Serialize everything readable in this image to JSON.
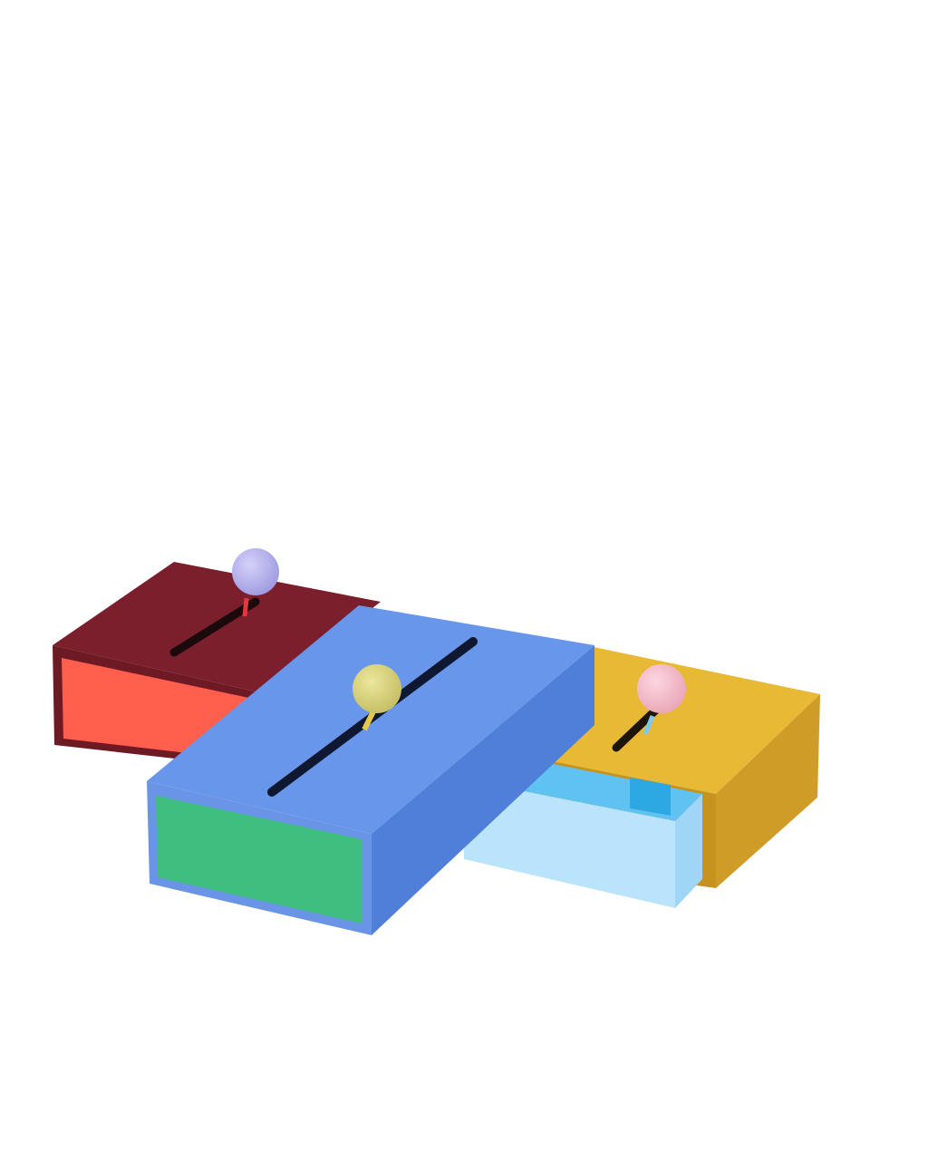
{
  "scene": {
    "background": "#ffffff",
    "objects": [
      {
        "name": "red-box",
        "top_color": "#7a1f2b",
        "drawer_color": "#ff5f4c",
        "knob_color": "#b7b4ee"
      },
      {
        "name": "blue-box",
        "top_color": "#6796ea",
        "side_color": "#4f7fd8",
        "drawer_color": "#3fbf7f",
        "knob_color": "#d8d27e"
      },
      {
        "name": "yellow-box",
        "top_color": "#e8b935",
        "side_color": "#d4a02a",
        "drawer_color": "#b9e4fb",
        "drawer_inner_color": "#62c3f0",
        "knob_color": "#f5bccb"
      }
    ]
  }
}
